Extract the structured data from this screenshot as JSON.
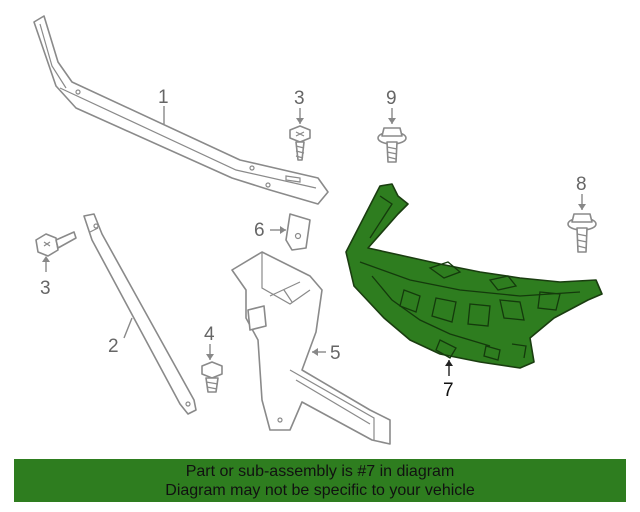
{
  "callouts": {
    "c1": "1",
    "c2": "2",
    "c3a": "3",
    "c3b": "3",
    "c4": "4",
    "c5": "5",
    "c6": "6",
    "c7": "7",
    "c8": "8",
    "c9": "9"
  },
  "highlight_part": "7",
  "banner": {
    "line1": "Part or sub-assembly is #7 in diagram",
    "line2": "Diagram may not be specific to your vehicle"
  },
  "colors": {
    "highlight": "#2e7d1f",
    "banner_bg": "#2e7d1f",
    "outline": "#8a8a8a"
  }
}
